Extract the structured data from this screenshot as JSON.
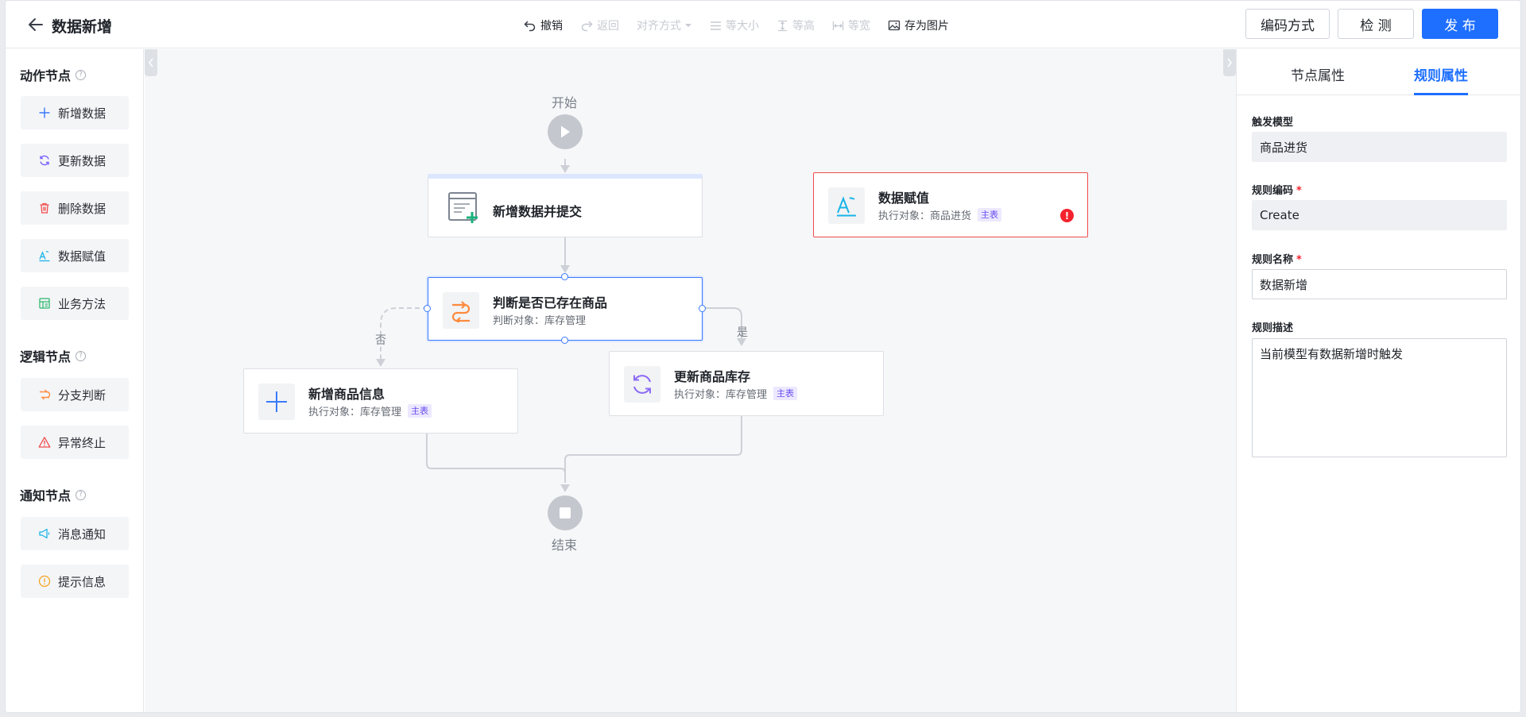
{
  "header": {
    "title": "数据新增",
    "toolbar": {
      "undo": "撤销",
      "redo": "返回",
      "align": "对齐方式",
      "same_size": "等大小",
      "same_height": "等高",
      "same_width": "等宽",
      "save_image": "存为图片"
    },
    "buttons": {
      "encoding": "编码方式",
      "check": "检 测",
      "publish": "发 布"
    }
  },
  "palette": {
    "sections": [
      {
        "title": "动作节点",
        "items": [
          "新增数据",
          "更新数据",
          "删除数据",
          "数据赋值",
          "业务方法"
        ]
      },
      {
        "title": "逻辑节点",
        "items": [
          "分支判断",
          "异常终止"
        ]
      },
      {
        "title": "通知节点",
        "items": [
          "消息通知",
          "提示信息"
        ]
      }
    ]
  },
  "flow": {
    "start_label": "开始",
    "end_label": "结束",
    "nodes": {
      "submit": {
        "title": "新增数据并提交"
      },
      "assign": {
        "title": "数据赋值",
        "subtitle": "执行对象：商品进货",
        "tag": "主表"
      },
      "judge": {
        "title": "判断是否已存在商品",
        "subtitle": "判断对象：库存管理"
      },
      "add_product": {
        "title": "新增商品信息",
        "subtitle": "执行对象：库存管理",
        "tag": "主表"
      },
      "update_stock": {
        "title": "更新商品库存",
        "subtitle": "执行对象：库存管理",
        "tag": "主表"
      }
    },
    "branch_no": "否",
    "branch_yes": "是"
  },
  "panel": {
    "tabs": [
      "节点属性",
      "规则属性"
    ],
    "active_tab": "规则属性",
    "fields": {
      "trigger_model_label": "触发模型",
      "trigger_model_value": "商品进货",
      "rule_code_label": "规则编码",
      "rule_code_value": "Create",
      "rule_name_label": "规则名称",
      "rule_name_value": "数据新增",
      "rule_desc_label": "规则描述",
      "rule_desc_value": "当前模型有数据新增时触发"
    }
  },
  "colors": {
    "primary": "#1e6fff",
    "error": "#f5222d",
    "tag_bg": "#ece8ff",
    "tag_text": "#6a4cf0"
  }
}
